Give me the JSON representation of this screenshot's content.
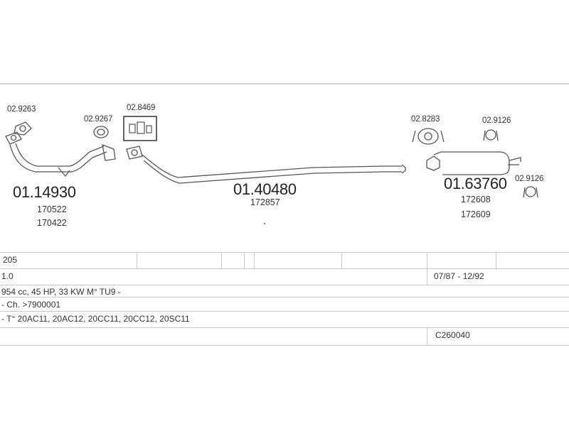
{
  "parts": {
    "front_pipe": {
      "number": "01.14930",
      "oem": [
        "170522",
        "170422"
      ]
    },
    "middle_pipe": {
      "number": "01.40480",
      "oem": [
        "172857"
      ]
    },
    "rear_silencer": {
      "number": "01.63760",
      "oem": [
        "172608",
        "172609"
      ]
    }
  },
  "accessories": {
    "gasket_front": "02.9263",
    "ring_clamp": "02.9267",
    "mount_kit": "02.8469",
    "hanger_ring": "02.8283",
    "clamp_top": "02.9126",
    "clamp_bottom": "02.9126"
  },
  "info_table": {
    "model": "205",
    "engine": "1.0",
    "period": "07/87 - 12/92",
    "spec": "954 cc, 45 HP, 33 KW M° TU9 -",
    "chassis": "- Ch. >7900001",
    "types": "- T° 20AC11, 20AC12, 20CC11, 20CC12, 20SC11",
    "code": "C260040"
  },
  "colors": {
    "line": "#555555",
    "grid": "#c8c8c8",
    "text": "#333333"
  }
}
